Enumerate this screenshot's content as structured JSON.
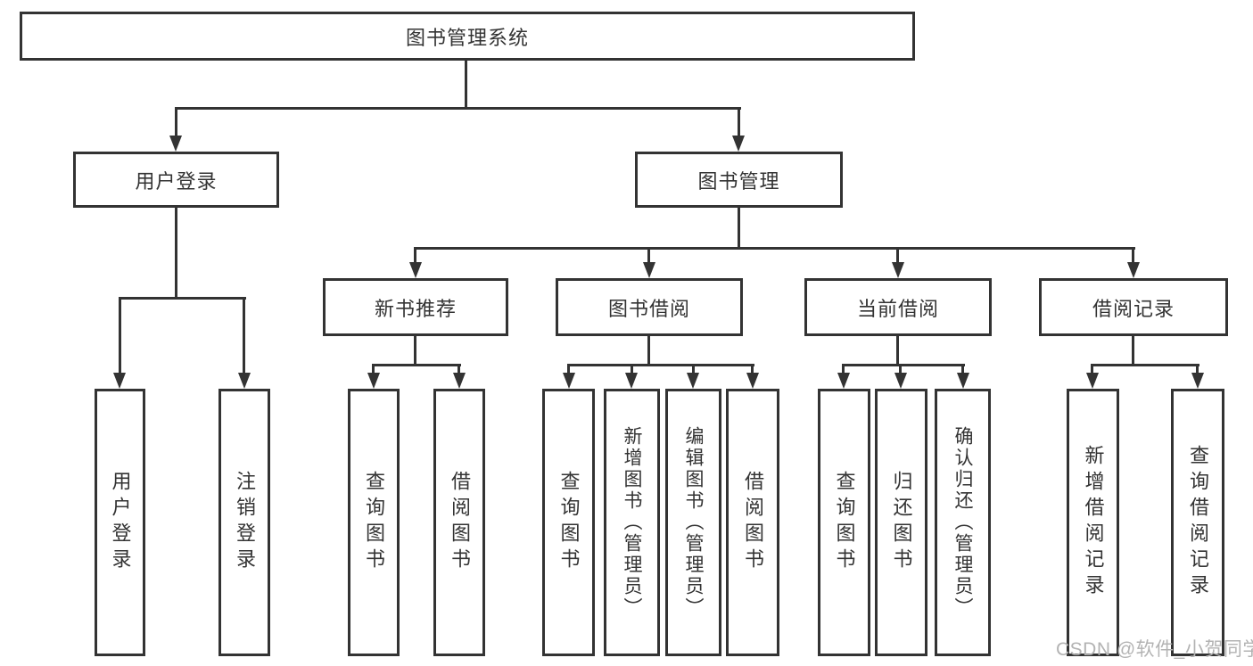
{
  "diagram": {
    "root": "图书管理系统",
    "level2": {
      "user_login": "用户登录",
      "book_management": "图书管理"
    },
    "level3": {
      "new_book_rec": "新书推荐",
      "book_borrow": "图书借阅",
      "current_borrow": "当前借阅",
      "borrow_records": "借阅记录"
    },
    "leaves": {
      "user_login": [
        "用户登录",
        "注销登录"
      ],
      "new_book_rec": [
        "查询图书",
        "借阅图书"
      ],
      "book_borrow": [
        "查询图书",
        "新增图书（管理员）",
        "编辑图书（管理员）",
        "借阅图书"
      ],
      "current_borrow": [
        "查询图书",
        "归还图书",
        "确认归还（管理员）"
      ],
      "borrow_records": [
        "新增借阅记录",
        "查询借阅记录"
      ]
    }
  },
  "watermark": "CSDN @软件_小贺同学",
  "colors": {
    "line": "#333333",
    "text": "#333333",
    "watermark": "#b3b3b3",
    "background": "#ffffff"
  }
}
